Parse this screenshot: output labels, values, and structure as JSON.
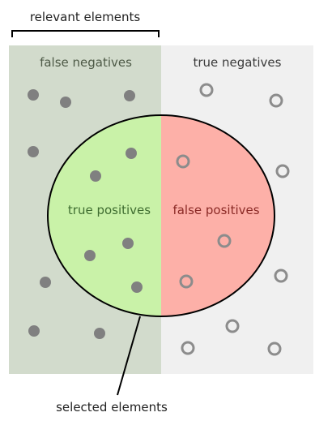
{
  "labels": {
    "relevant": "relevant elements",
    "false_negatives": "false negatives",
    "true_negatives": "true negatives",
    "true_positives": "true positives",
    "false_positives": "false positives",
    "selected": "selected elements"
  },
  "colors": {
    "relevant_region": "#d2dbcc",
    "irrelevant_region": "#f0f0f0",
    "true_positive_fill": "#c9f2a8",
    "false_positive_fill": "#fdb0a8",
    "filled_dot": "#808080",
    "hollow_dot_stroke": "#8c8c8c",
    "outline": "#000000"
  }
}
